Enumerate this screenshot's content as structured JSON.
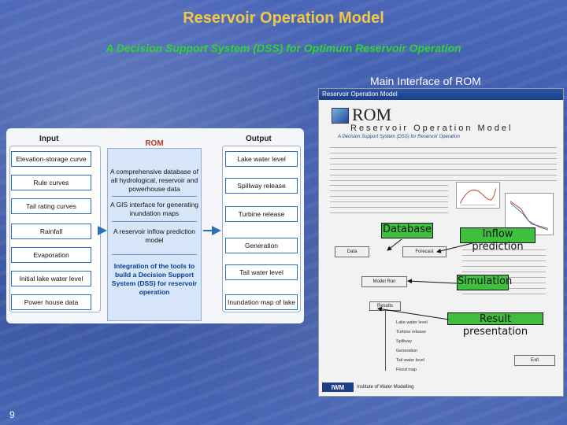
{
  "slide": {
    "title": "Reservoir Operation Model",
    "subtitle": "A Decision Support System (DSS) for Optimum Reservoir Operation",
    "main_interface_label": "Main Interface of ROM",
    "page_number": "9"
  },
  "diagram": {
    "input_header": "Input",
    "rom_header": "ROM",
    "output_header": "Output",
    "inputs": [
      "Elevation-storage curve",
      "Rule curves",
      "Tail rating curves",
      "Rainfall",
      "Evaporation",
      "Initial lake water level",
      "Power house data"
    ],
    "rom_items": [
      "A comprehensive database of all hydrological, reservoir and powerhouse data",
      "A GIS interface for generating inundation maps",
      "A reservoir inflow prediction model",
      "Integration of the tools to build a Decision Support System (DSS) for reservoir operation"
    ],
    "outputs": [
      "Lake water level",
      "Spillway release",
      "Turbine release",
      "Generation",
      "Tail water level",
      "Inundation map of lake"
    ]
  },
  "rom_window": {
    "title": "Reservoir Operation Model",
    "logo": "ROM",
    "model_name": "Reservoir Operation Model",
    "tagline": "A Decision Support System (DSS) for Reservoir Operation",
    "buttons": [
      "Data",
      "Forecast",
      "Model Run",
      "Results",
      "Exit"
    ],
    "tree_items": [
      "Lake water level",
      "Turbine release",
      "Spillway",
      "Generation",
      "Tail water level",
      "Flood map"
    ],
    "footer": "Institute of Water Modelling",
    "footer_logo": "IWM"
  },
  "callouts": {
    "database": "Database",
    "inflow": "Inflow prediction",
    "simulation": "Simulation",
    "result": "Result presentation"
  },
  "colors": {
    "title": "#f2c744",
    "subtitle": "#2fd62f",
    "callout": "#3fbf3f",
    "background": "#3d5aa8"
  }
}
